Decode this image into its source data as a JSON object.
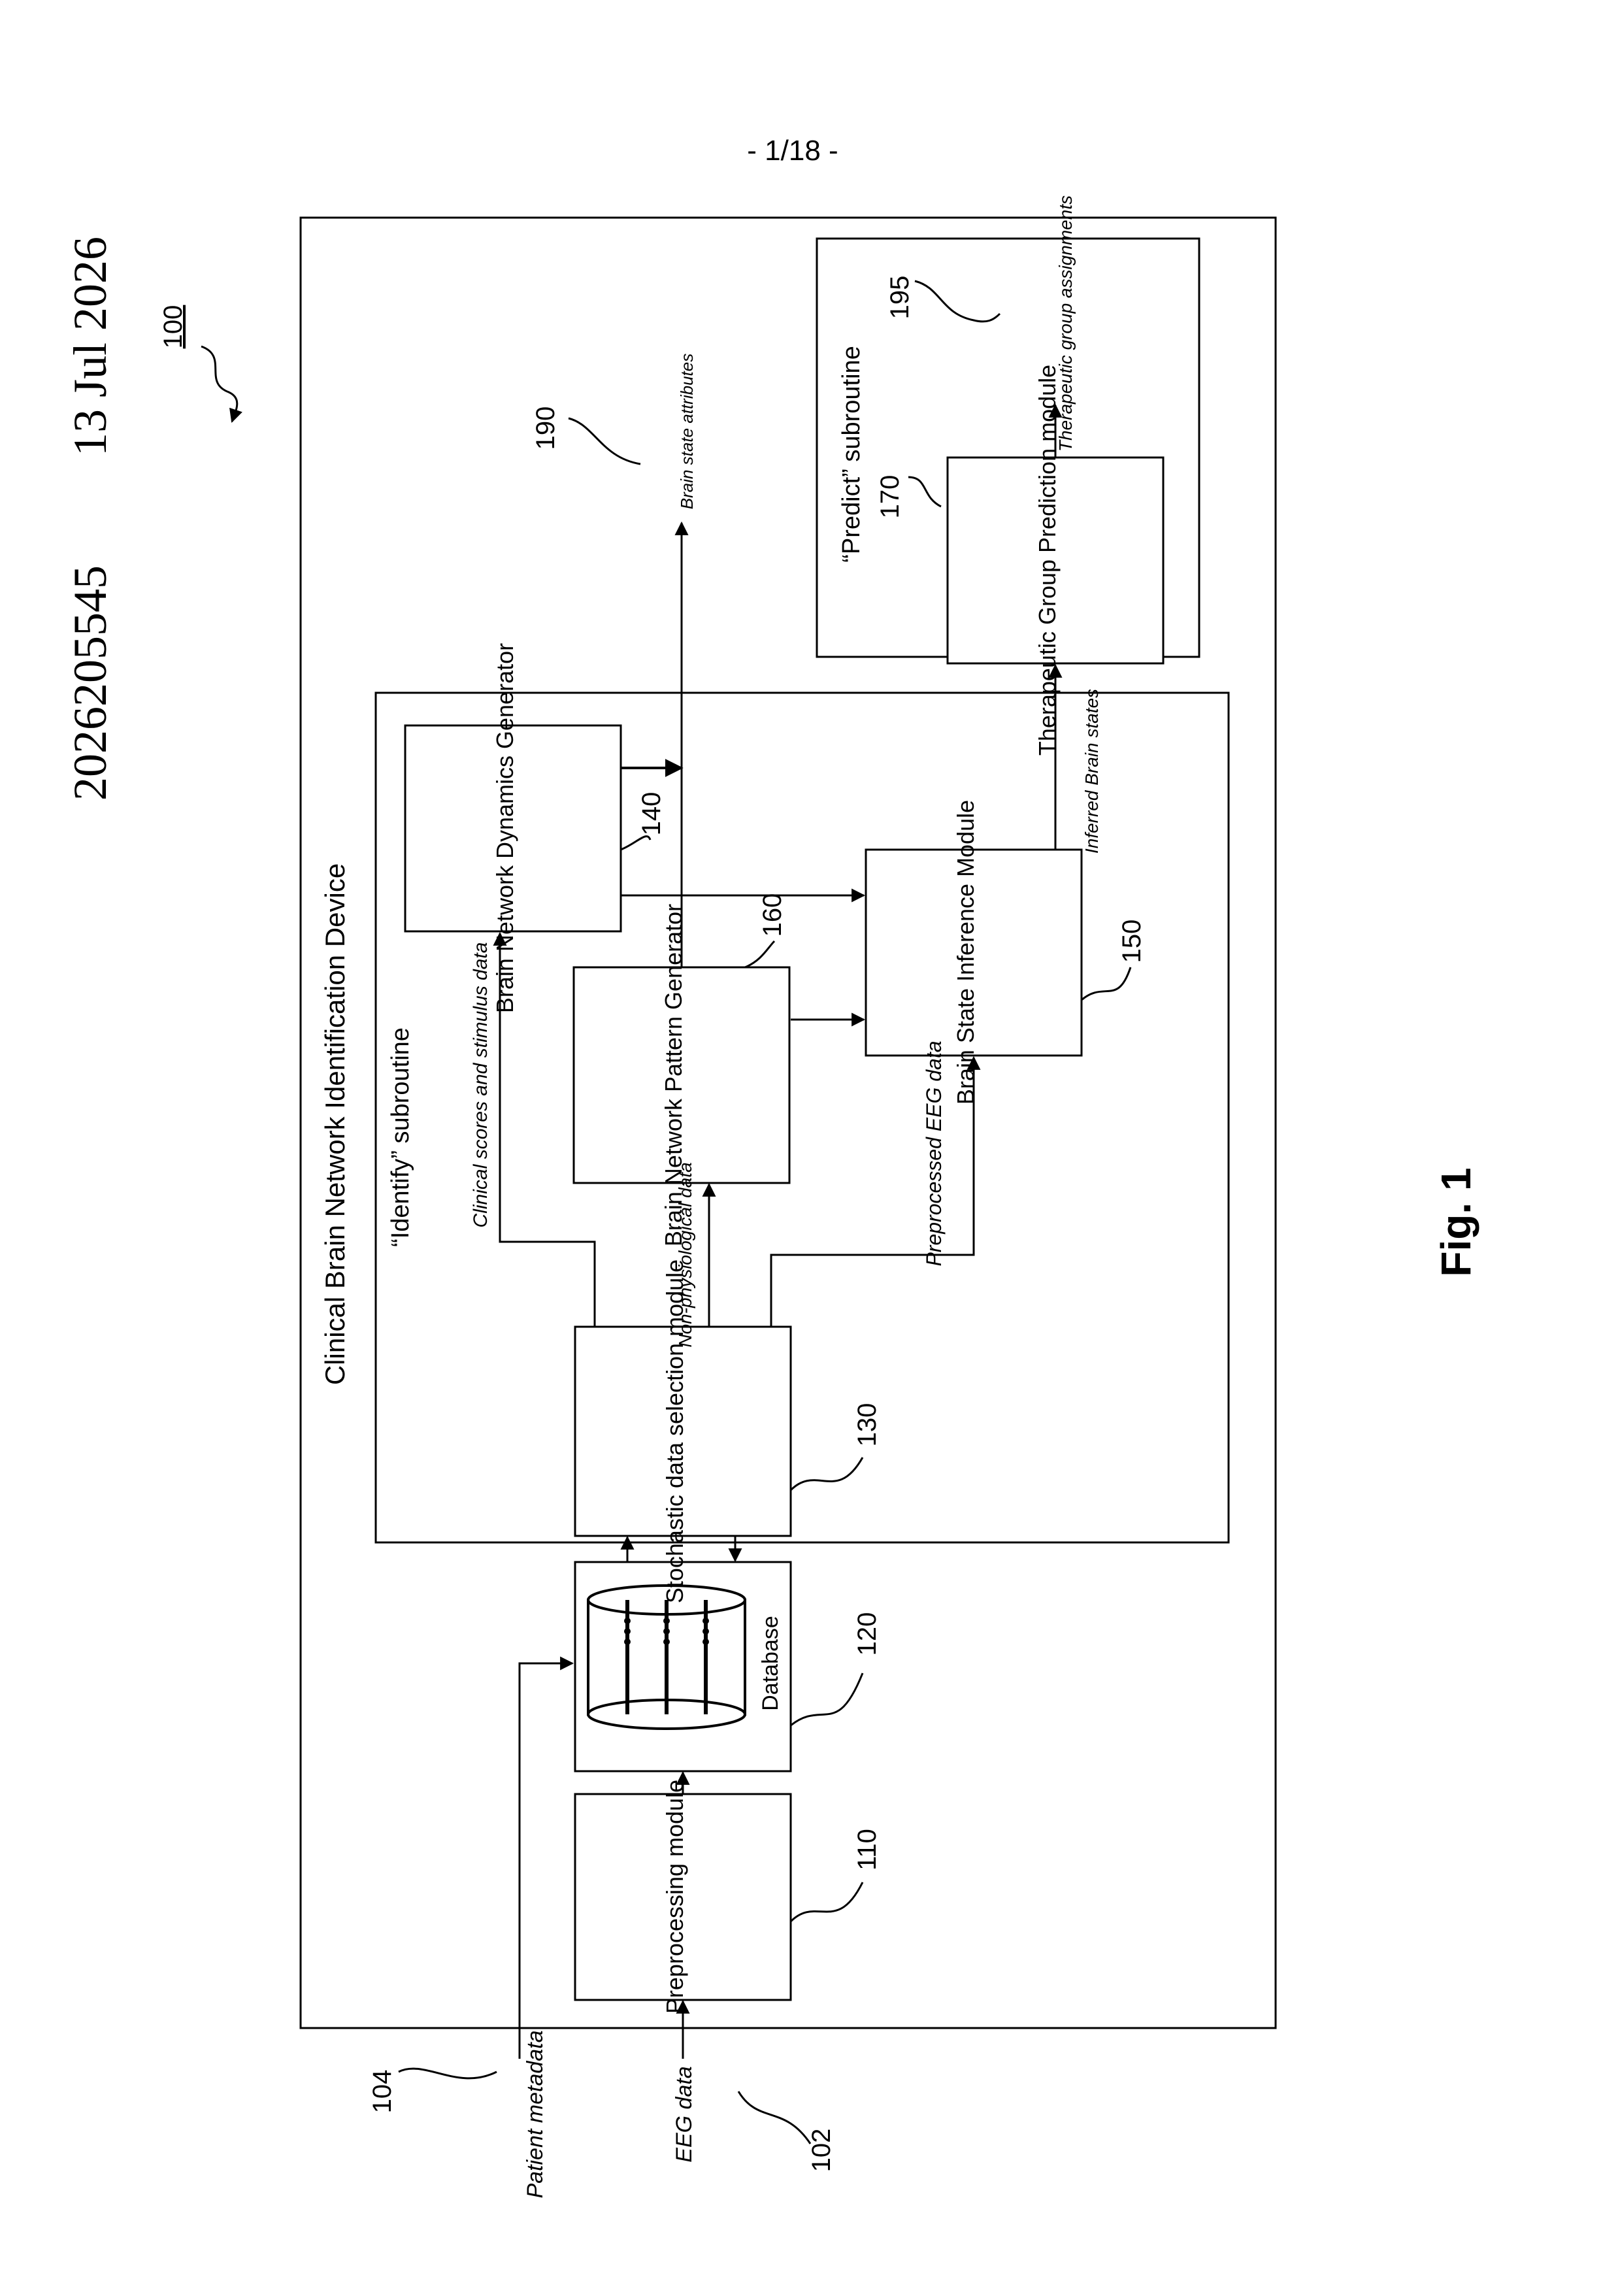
{
  "header": {
    "page_number": "- 1/18 -",
    "publication_number": "2026205545",
    "publication_date": "13 Jul 2026",
    "figure_ref": "100"
  },
  "figure": {
    "caption": "Fig. 1",
    "device_title": "Clinical Brain Network Identification Device",
    "identify_label": "“Identify” subroutine",
    "predict_label": "“Predict” subroutine",
    "modules": {
      "preprocessing": "Preprocessing module",
      "database": "Database",
      "stochastic": "Stochastic data selection module",
      "pattern": "Brain Network Pattern Generator",
      "dynamics": "Brain Network Dynamics Generator",
      "inference": "Brain State Inference Module",
      "therapeutic": "Therapeutic Group Prediction module"
    },
    "refs": {
      "eeg": "102",
      "metadata": "104",
      "preprocessing": "110",
      "database": "120",
      "stochastic": "130",
      "dynamics": "140",
      "inference": "150",
      "pattern": "160",
      "therapeutic": "170",
      "attributes": "190",
      "assignments": "195"
    },
    "signals": {
      "eeg_data": "EEG data",
      "patient_metadata": "Patient metadata",
      "clinical_scores": "Clinical scores and stimulus data",
      "non_physiological": "Non-physiological data",
      "preprocessed_eeg": "Preprocessed EEG data",
      "inferred_states": "Inferred Brain states",
      "brain_state_attributes": "Brain state attributes",
      "therapeutic_assignments": "Therapeutic group assignments"
    }
  }
}
